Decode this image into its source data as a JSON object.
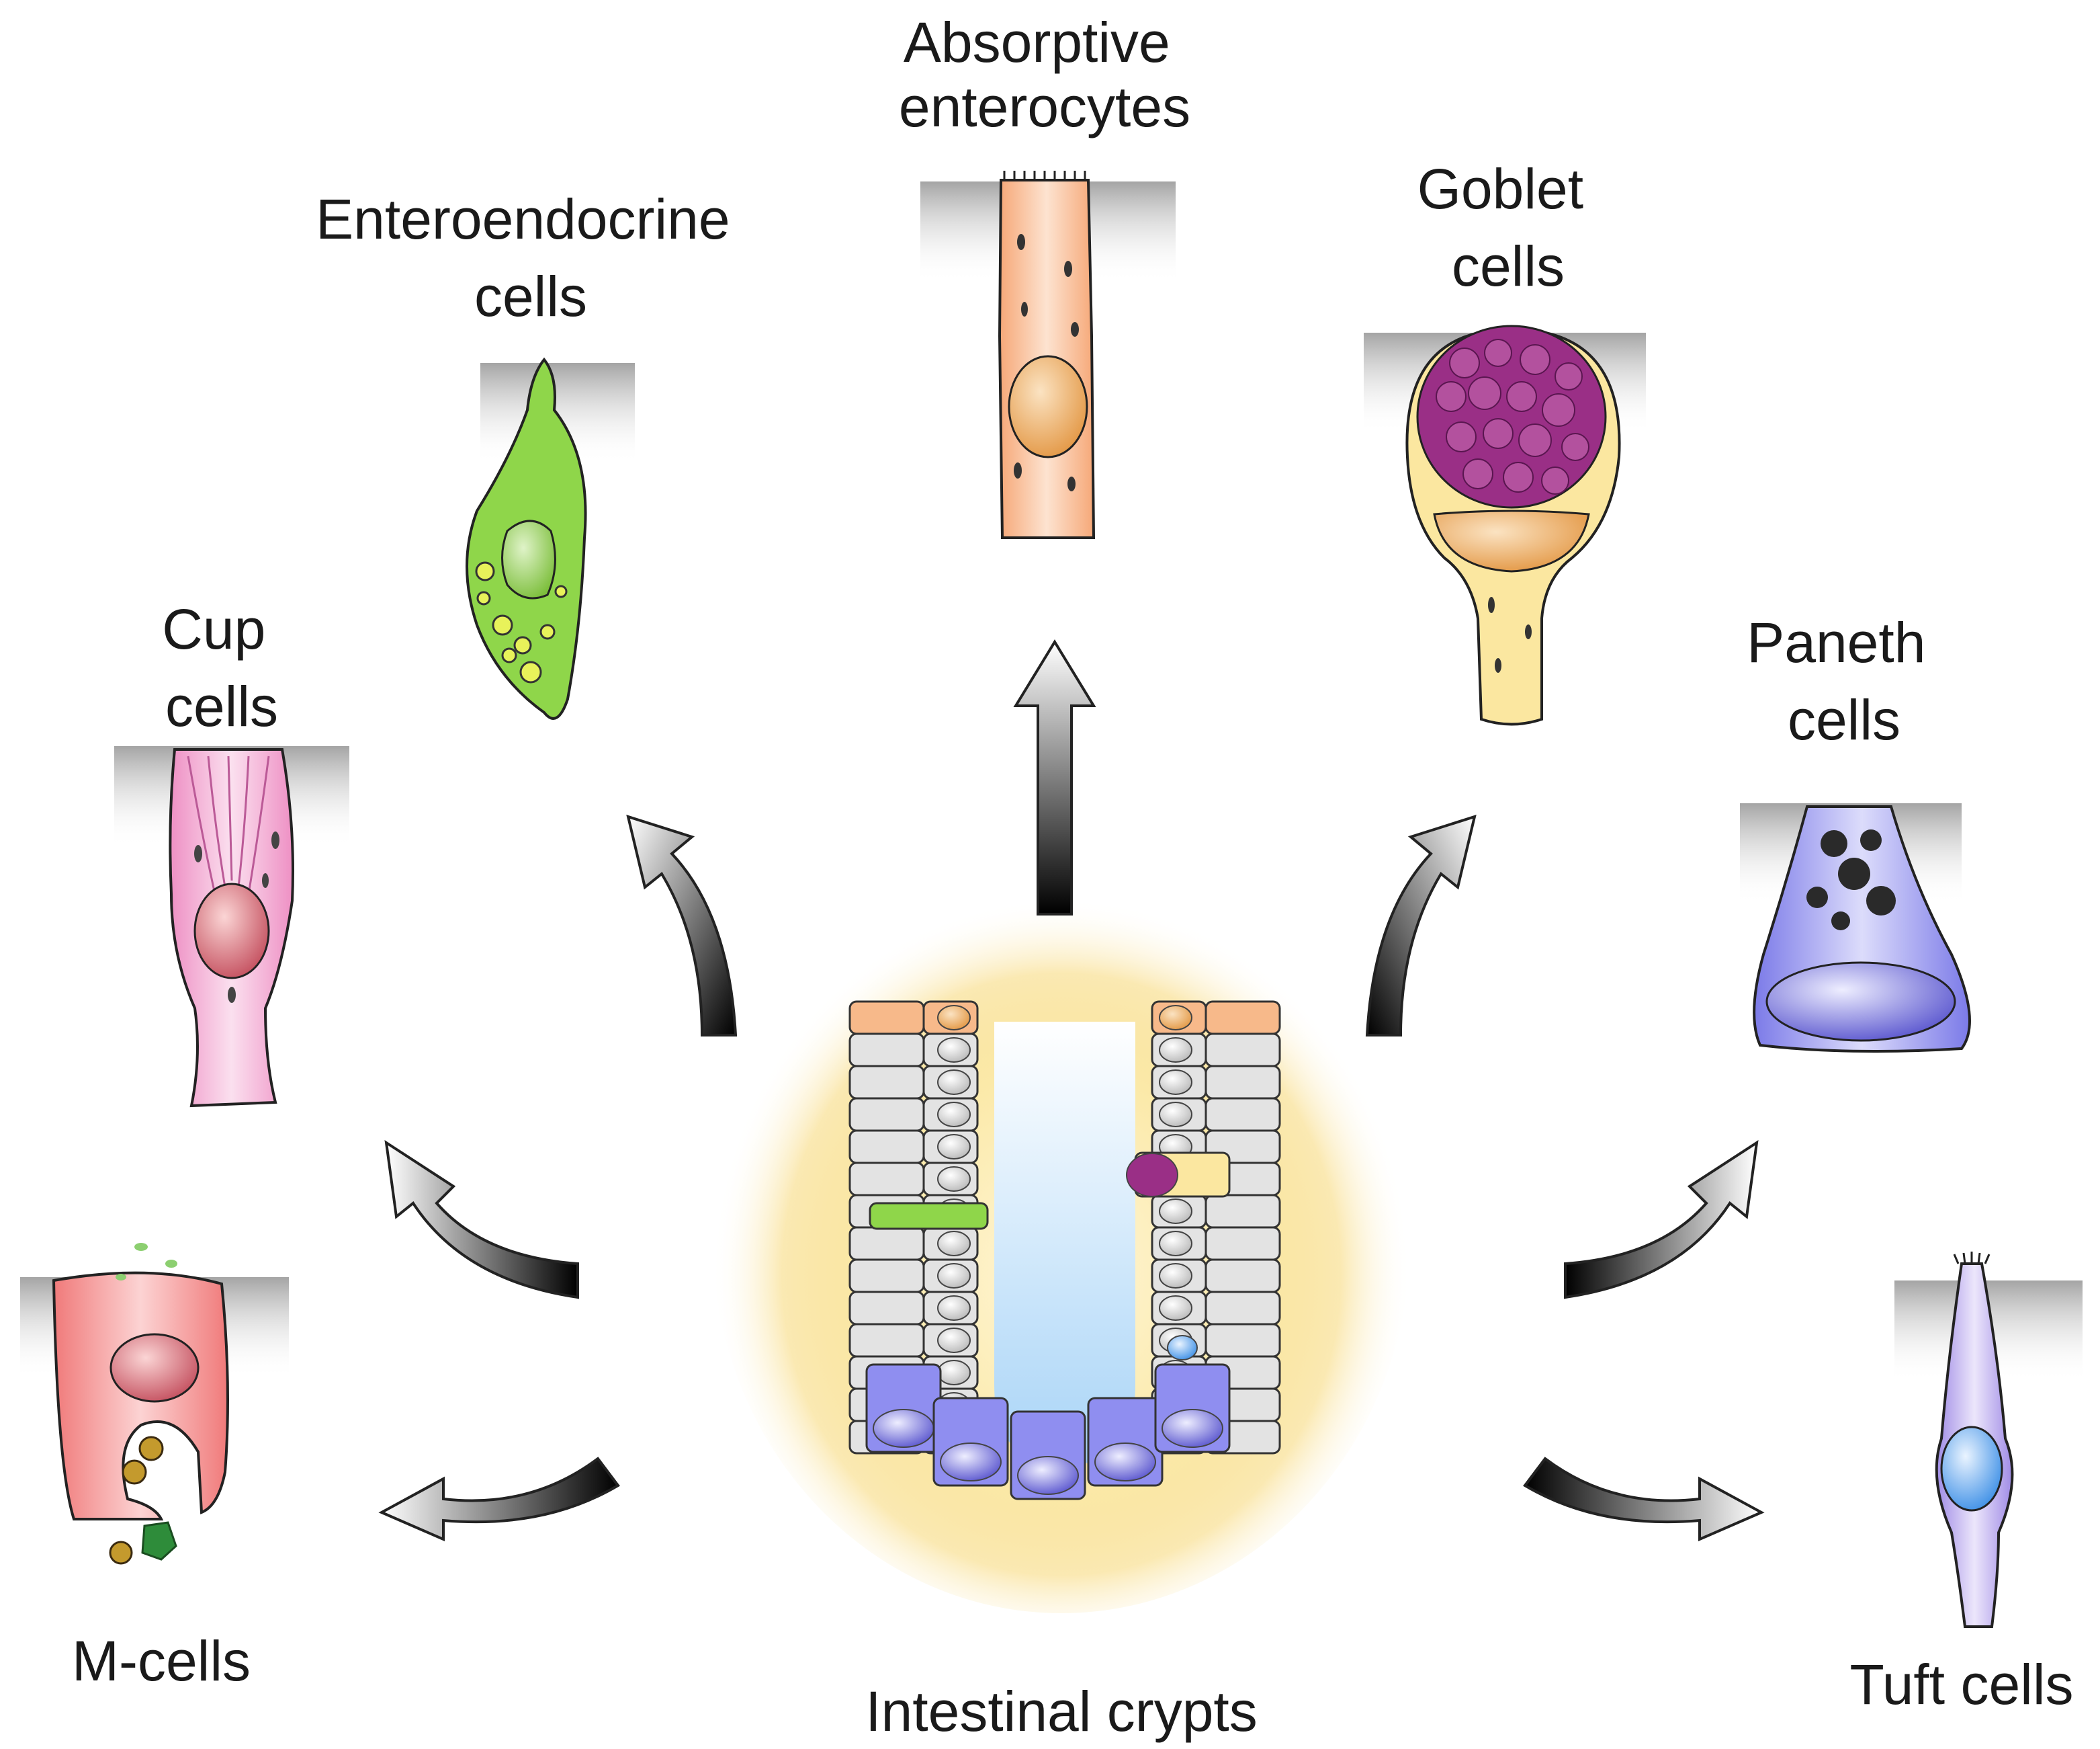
{
  "labels": {
    "absorptive": [
      "Absorptive",
      "enterocytes"
    ],
    "enteroendocrine": [
      "Enteroendocrine",
      "cells"
    ],
    "goblet": [
      "Goblet",
      "cells"
    ],
    "cup": [
      "Cup",
      "cells"
    ],
    "paneth": [
      "Paneth",
      "cells"
    ],
    "m_cells": "M-cells",
    "tuft": "Tuft cells",
    "crypt": "Intestinal crypts"
  },
  "colors": {
    "enterocyte": "#f7b98a",
    "enteroendocrine": "#8fd64a",
    "goblet_body": "#fbe7a0",
    "goblet_granules": "#9a2f86",
    "cup": "#f3b3d6",
    "paneth": "#8f8ef0",
    "m_cell": "#f39a9a",
    "tuft": "#b4a2ea",
    "crypt_cell": "#e3e3e3",
    "crypt_glow": "#f7d774",
    "lumen": "#a8d4f7",
    "arrow_dark": "#111111"
  },
  "icons": [
    "arrow-icon",
    "cell-illustration"
  ]
}
